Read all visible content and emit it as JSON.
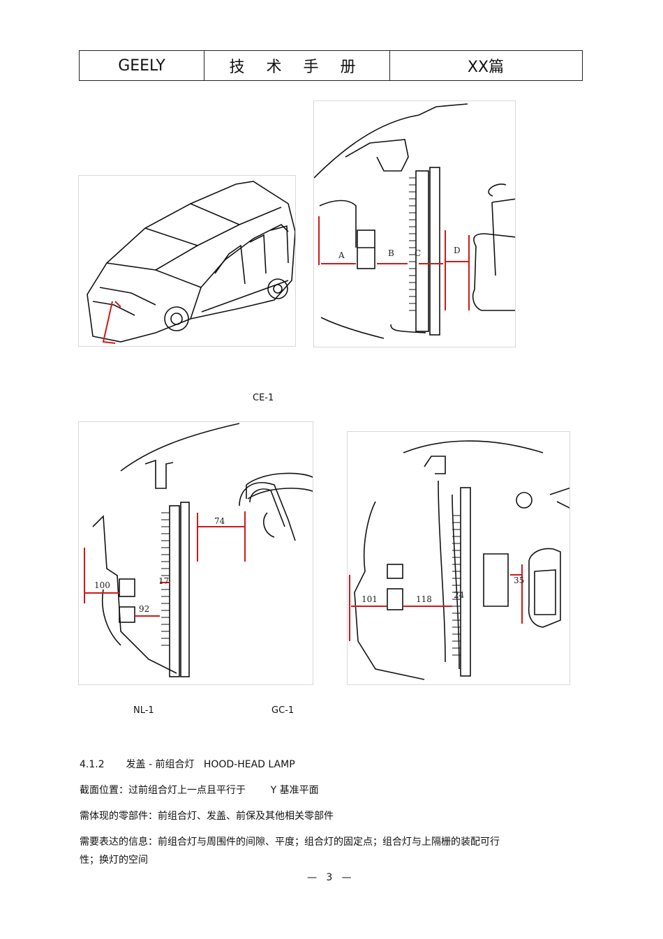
{
  "header": {
    "brand": "GEELY",
    "title": "技 术 手 册",
    "chapter": "XX篇"
  },
  "figures": {
    "ce1": {
      "caption": "CE-1",
      "dims": [
        "A",
        "B",
        "C",
        "D"
      ]
    },
    "nl1": {
      "caption": "NL-1",
      "dims": [
        "74",
        "17",
        "100",
        "92"
      ]
    },
    "gc1": {
      "caption": "GC-1",
      "dims": [
        "35",
        "101",
        "118",
        "24"
      ]
    }
  },
  "section": {
    "number": "4.1.2",
    "title": "发盖 - 前组合灯   HOOD-HEAD LAMP",
    "position_line": "截面位置：过前组合灯上一点且平行于        Y 基准平面",
    "parts_line": "需体现的零部件：前组合灯、发盖、前保及其他相关零部件",
    "info_line_1": "需要表达的信息：前组合灯与周围件的间隙、平度；组合灯的固定点；组合灯与上隔栅的装配可行",
    "info_line_2": "性；换灯的空间"
  },
  "footer": {
    "page": "—   3   —"
  }
}
